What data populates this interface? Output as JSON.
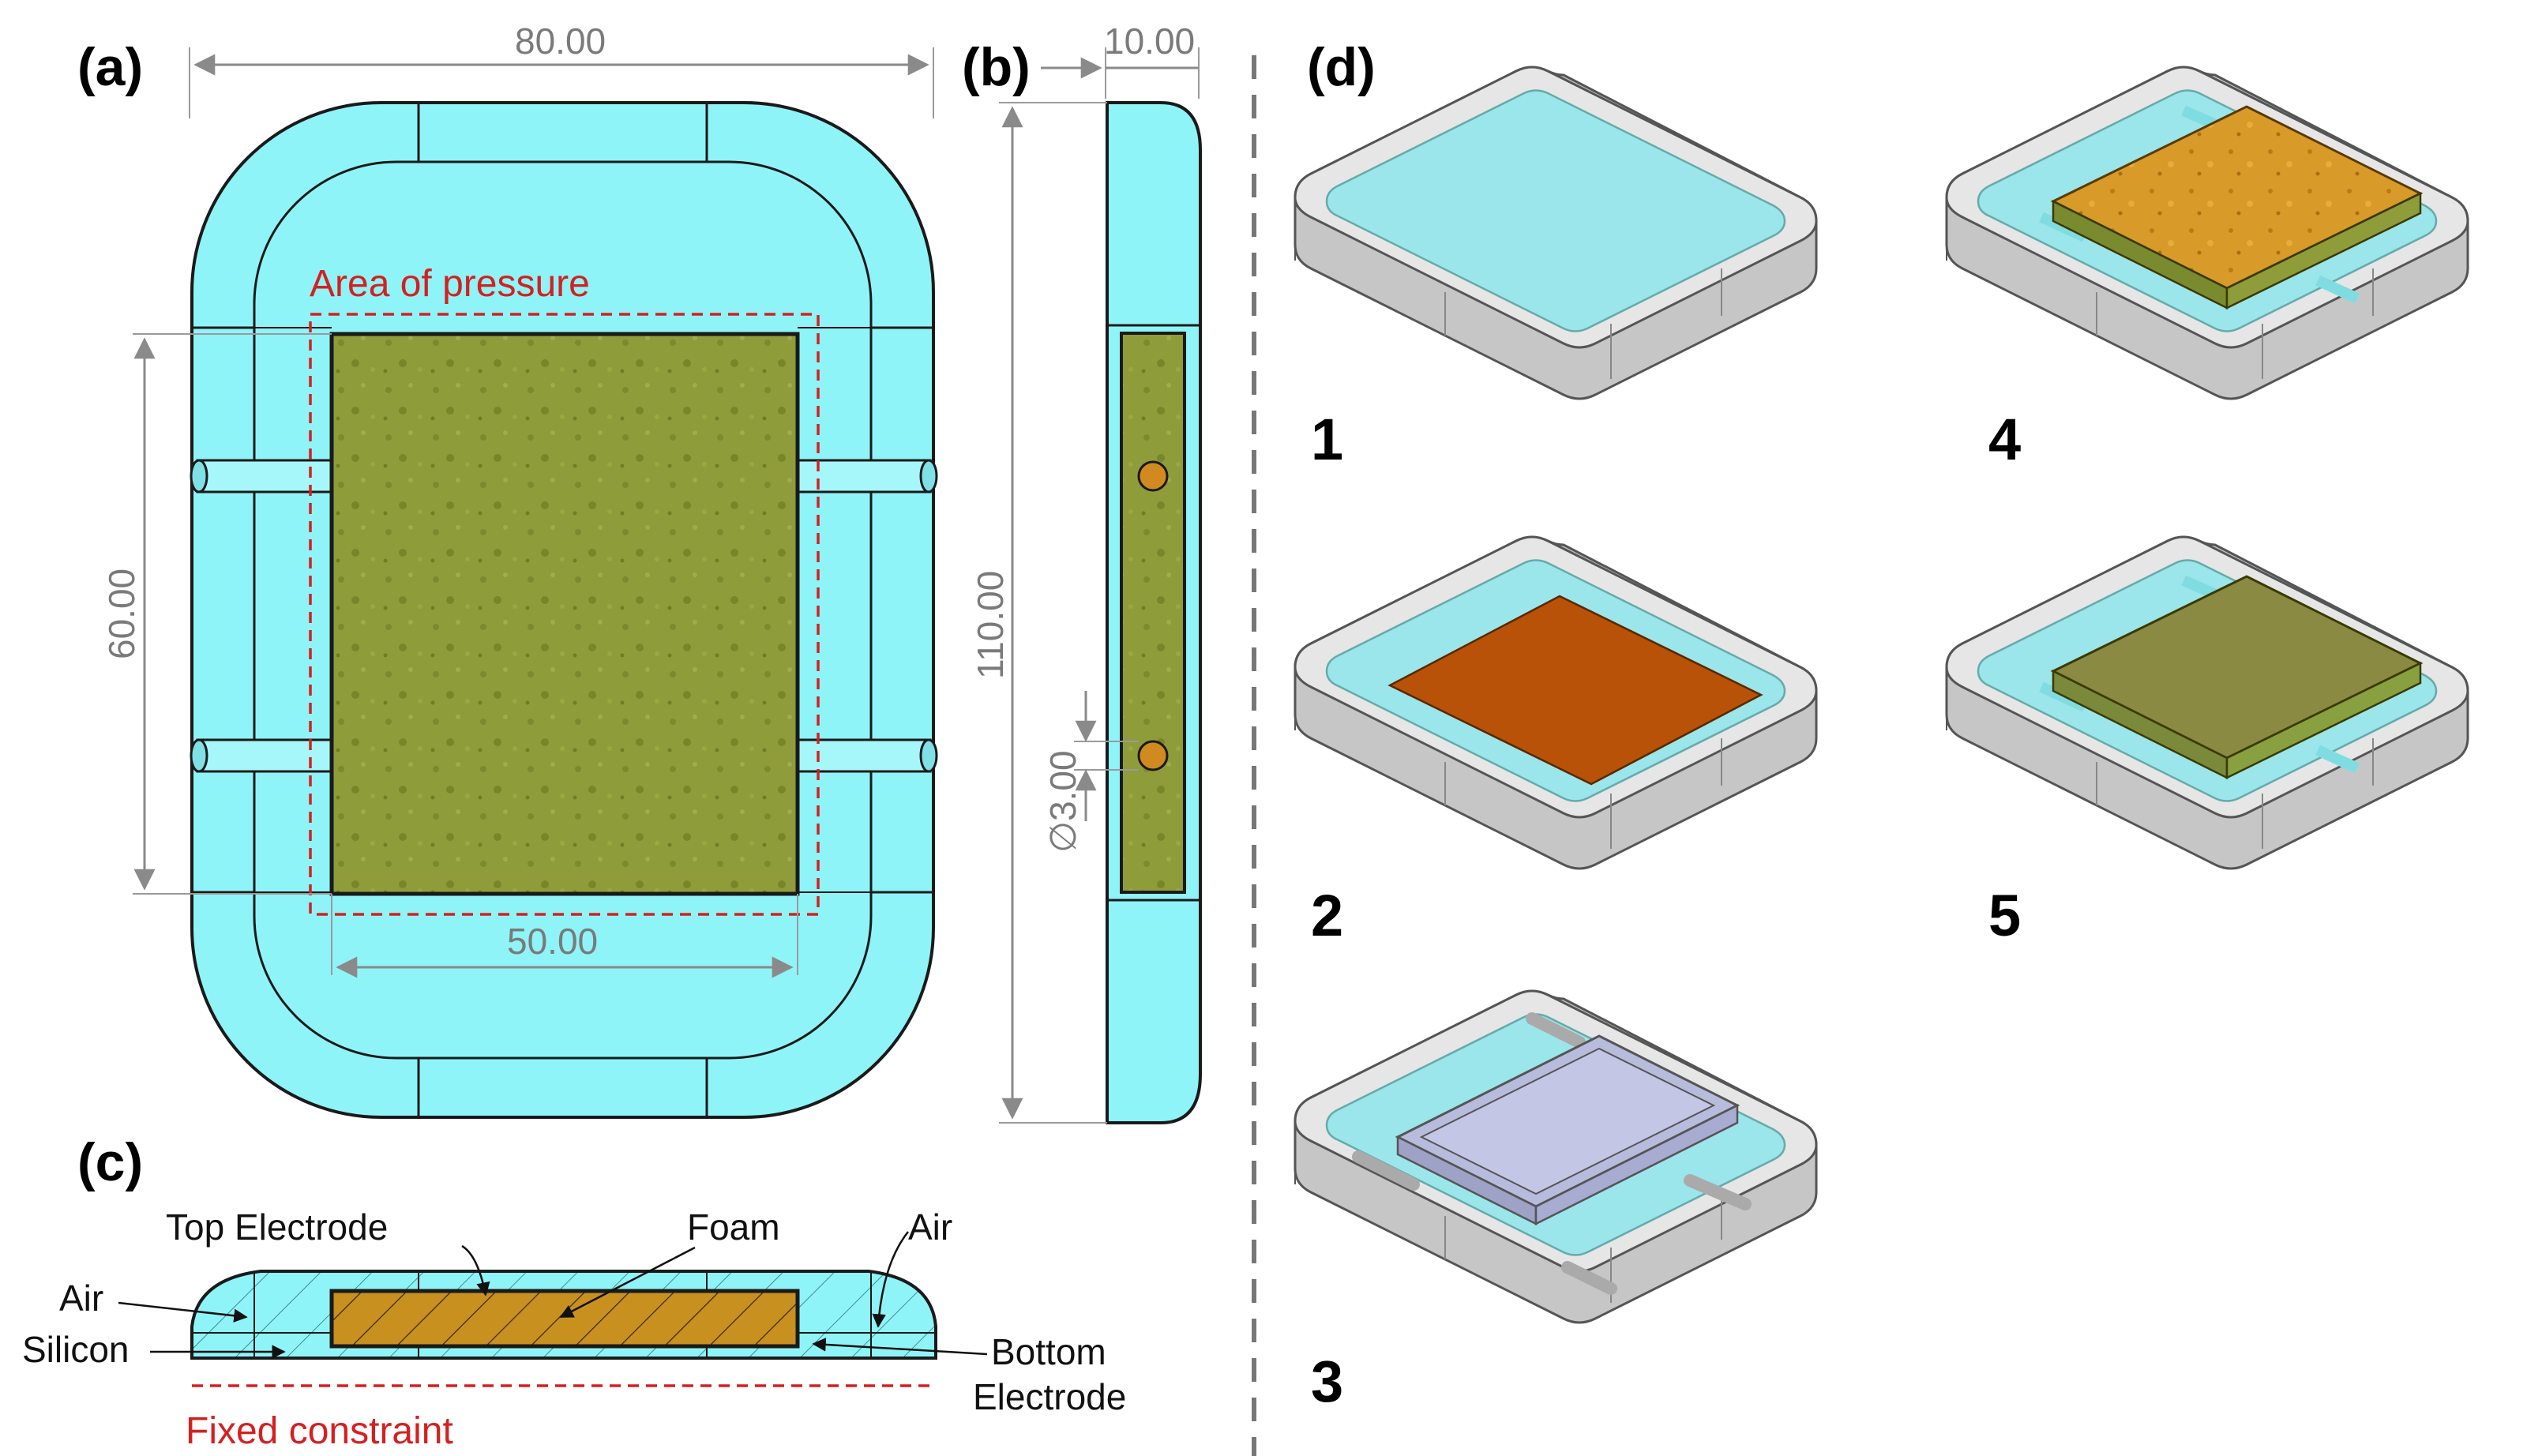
{
  "panels": {
    "a": "(a)",
    "b": "(b)",
    "c": "(c)",
    "d": "(d)"
  },
  "panel_a": {
    "width_dim": "80.00",
    "height_dim": "60.00",
    "foam_width_dim": "50.00",
    "pressure_label": "Area of pressure"
  },
  "panel_b": {
    "thickness_dim": "10.00",
    "length_dim": "110.00",
    "hole_dim": "∅3.00"
  },
  "panel_c": {
    "top_electrode": "Top Electrode",
    "foam": "Foam",
    "air_right": "Air",
    "air_left": "Air",
    "silicon": "Silicon",
    "bottom_electrode_1": "Bottom",
    "bottom_electrode_2": "Electrode",
    "fixed_constraint": "Fixed constraint"
  },
  "panel_d": {
    "steps": [
      "1",
      "2",
      "3",
      "4",
      "5"
    ]
  },
  "colors": {
    "silicone": "#8ff4f8",
    "foam_green": "#8e9c3a",
    "foam_orange": "#c8901f",
    "copper": "#b85208",
    "frame": "#b8bcdc",
    "tray_gray": "#c6c6c6",
    "pressure_red": "#d42020"
  }
}
